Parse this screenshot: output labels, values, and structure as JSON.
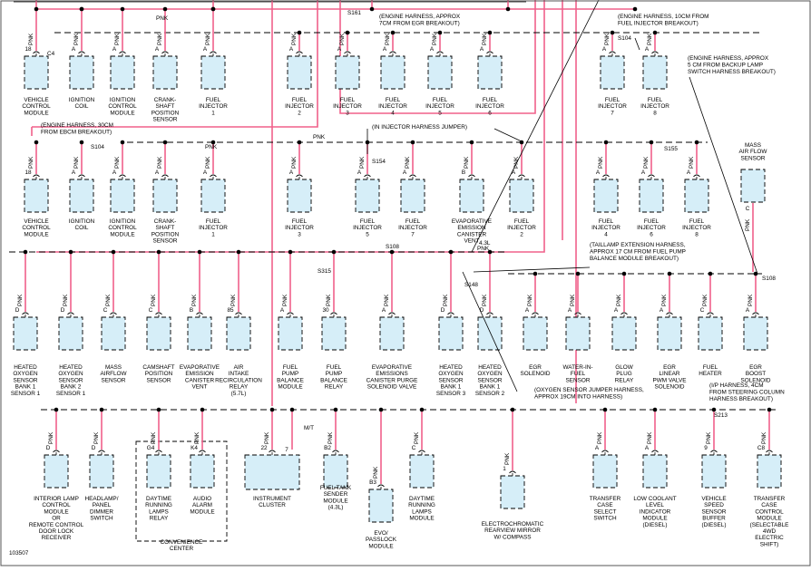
{
  "diagram": {
    "figure_id": "103507",
    "wire_color": "PNK",
    "notes": [
      {
        "id": "n1",
        "lines": [
          "(ENGINE HARNESS, APPROX",
          "7CM FROM EGR BREAKOUT)"
        ]
      },
      {
        "id": "n2",
        "lines": [
          "(ENGINE HARNESS, 10CM FROM",
          "FUEL INJECTOR BREAKOUT)"
        ]
      },
      {
        "id": "n3",
        "lines": [
          "(ENGINE HARNESS, APPROX",
          "5 CM FROM BACKUP LAMP",
          "SWITCH HARNESS BREAKOUT)"
        ]
      },
      {
        "id": "n4",
        "lines": [
          "(ENGINE HARNESS, 30CM",
          "FROM EBCM BREAKOUT)"
        ]
      },
      {
        "id": "n5",
        "lines": [
          "(IN INJECTOR HARNESS JUMPER)"
        ]
      },
      {
        "id": "n6",
        "lines": [
          "(TAILLAMP EXTENSION HARNESS,",
          "APPROX 17 CM FROM FUEL PUMP",
          "BALANCE MODULE BREAKOUT)"
        ]
      },
      {
        "id": "n7",
        "lines": [
          "(OXYGEN SENSOR JUMPER HARNESS,",
          "APPROX 19CM INTO HARNESS)"
        ]
      },
      {
        "id": "n8",
        "lines": [
          "(I/P HARNESS, 4CM",
          "FROM STEERING COLUMN",
          "HARNESS BREAKOUT)"
        ]
      }
    ],
    "splices": [
      "S161",
      "S104",
      "S104",
      "S154",
      "S155",
      "S108",
      "S315",
      "S148",
      "S108",
      "S213"
    ],
    "misc_labels": {
      "l43": "4.3L",
      "mt": "M/T",
      "c4": "C4"
    },
    "row1": [
      {
        "pin": "18",
        "label": [
          "VEHICLE",
          "CONTROL",
          "MODULE"
        ]
      },
      {
        "pin": "A",
        "label": [
          "IGNITION",
          "COIL"
        ]
      },
      {
        "pin": "A",
        "label": [
          "IGNITION",
          "CONTROL",
          "MODULE"
        ]
      },
      {
        "pin": "A",
        "label": [
          "CRANK-",
          "SHAFT",
          "POSITION",
          "SENSOR"
        ]
      },
      {
        "pin": "A",
        "label": [
          "FUEL",
          "INJECTOR",
          "1"
        ]
      },
      {
        "pin": "A",
        "label": [
          "FUEL",
          "INJECTOR",
          "2"
        ]
      },
      {
        "pin": "A",
        "label": [
          "FUEL",
          "INJECTOR",
          "3"
        ]
      },
      {
        "pin": "A",
        "label": [
          "FUEL",
          "INJECTOR",
          "4"
        ]
      },
      {
        "pin": "A",
        "label": [
          "FUEL",
          "INJECTOR",
          "5"
        ]
      },
      {
        "pin": "A",
        "label": [
          "FUEL",
          "INJECTOR",
          "6"
        ]
      },
      {
        "pin": "A",
        "label": [
          "FUEL",
          "INJECTOR",
          "7"
        ]
      },
      {
        "pin": "A",
        "label": [
          "FUEL",
          "INJECTOR",
          "8"
        ]
      }
    ],
    "row2": [
      {
        "pin": "18",
        "label": [
          "VEHICLE",
          "CONTROL",
          "MODULE"
        ]
      },
      {
        "pin": "A",
        "label": [
          "IGNITION",
          "COIL"
        ]
      },
      {
        "pin": "A",
        "label": [
          "IGNITION",
          "CONTROL",
          "MODULE"
        ]
      },
      {
        "pin": "A",
        "label": [
          "CRANK-",
          "SHAFT",
          "POSITION",
          "SENSOR"
        ]
      },
      {
        "pin": "A",
        "label": [
          "FUEL",
          "INJECTOR",
          "1"
        ]
      },
      {
        "pin": "A",
        "label": [
          "FUEL",
          "INJECTOR",
          "3"
        ]
      },
      {
        "pin": "A",
        "label": [
          "FUEL",
          "INJECTOR",
          "5"
        ]
      },
      {
        "pin": "A",
        "label": [
          "FUEL",
          "INJECTOR",
          "7"
        ]
      },
      {
        "pin": "B",
        "label": [
          "EVAPORATIVE",
          "EMISSION",
          "CANISTER",
          "VENT"
        ]
      },
      {
        "pin": "A",
        "label": [
          "FUEL",
          "INJECTOR",
          "2"
        ]
      },
      {
        "pin": "A",
        "label": [
          "FUEL",
          "INJECTOR",
          "4"
        ]
      },
      {
        "pin": "A",
        "label": [
          "FUEL",
          "INJECTOR",
          "6"
        ]
      },
      {
        "pin": "A",
        "label": [
          "FUEL",
          "INJECTOR",
          "8"
        ]
      },
      {
        "pin": "C",
        "label": [
          "MASS",
          "AIR FLOW",
          "SENSOR"
        ]
      }
    ],
    "row3": [
      {
        "pin": "D",
        "label": [
          "HEATED",
          "OXYGEN",
          "SENSOR",
          "BANK 1",
          "SENSOR 1"
        ]
      },
      {
        "pin": "D",
        "label": [
          "HEATED",
          "OXYGEN",
          "SENSOR",
          "BANK 2",
          "SENSOR 1"
        ]
      },
      {
        "pin": "C",
        "label": [
          "MASS",
          "AIRFLOW",
          "SENSOR"
        ]
      },
      {
        "pin": "C",
        "label": [
          "CAMSHAFT",
          "POSITION",
          "SENSOR"
        ]
      },
      {
        "pin": "B",
        "label": [
          "EVAPORATIVE",
          "EMISSION",
          "CANISTER",
          "VENT"
        ]
      },
      {
        "pin": "85",
        "label": [
          "AIR",
          "INTAKE",
          "RECIRCULATION",
          "RELAY",
          "(5.7L)"
        ]
      },
      {
        "pin": "A",
        "label": [
          "FUEL",
          "PUMP",
          "BALANCE",
          "MODULE"
        ]
      },
      {
        "pin": "30",
        "label": [
          "FUEL",
          "PUMP",
          "BALANCE",
          "RELAY"
        ]
      },
      {
        "pin": "A",
        "label": [
          "EVAPORATIVE",
          "EMISSIONS",
          "CANISTER PURGE",
          "SOLENOID VALVE"
        ]
      },
      {
        "pin": "D",
        "label": [
          "HEATED",
          "OXYGEN",
          "SENSOR",
          "BANK 1",
          "SENSOR 3"
        ]
      },
      {
        "pin": "D",
        "label": [
          "HEATED",
          "OXYGEN",
          "SENSOR",
          "BANK 1",
          "SENSOR 2"
        ]
      },
      {
        "pin": "A",
        "label": [
          "EGR",
          "SOLENOID"
        ]
      },
      {
        "pin": "A",
        "label": [
          "WATER-IN-",
          "FUEL",
          "SENSOR"
        ]
      },
      {
        "pin": "A",
        "label": [
          "GLOW",
          "PLUG",
          "RELAY"
        ]
      },
      {
        "pin": "A",
        "label": [
          "EGR",
          "LINEAR",
          "PWM VALVE",
          "SOLENOID"
        ]
      },
      {
        "pin": "C",
        "label": [
          "FUEL",
          "HEATER"
        ]
      },
      {
        "pin": "A",
        "label": [
          "EGR",
          "BOOST",
          "SOLENOID"
        ]
      }
    ],
    "row4": [
      {
        "pin": "D",
        "label": [
          "INTERIOR LAMP",
          "CONTROL",
          "MODULE",
          "OR",
          "REMOTE CONTROL",
          "DOOR LOCK",
          "RECEIVER"
        ]
      },
      {
        "pin": "D",
        "label": [
          "HEADLAMP/",
          "PANEL",
          "DIMMER",
          "SWITCH"
        ]
      },
      {
        "pin": "G4",
        "label": [
          "DAYTIME",
          "RUNNING",
          "LAMPS",
          "RELAY"
        ]
      },
      {
        "pin": "K4",
        "label": [
          "AUDIO",
          "ALARM",
          "MODULE"
        ]
      },
      {
        "pin": "22",
        "label": [
          "INSTRUMENT",
          "CLUSTER"
        ]
      },
      {
        "pin": "7",
        "label": []
      },
      {
        "pin": "B2",
        "label": [
          "FUEL TANK",
          "SENDER",
          "MODULE",
          "(4.3L)"
        ]
      },
      {
        "pin": "B3",
        "label": [
          "EVO/",
          "PASSLOCK",
          "MODULE"
        ]
      },
      {
        "pin": "C",
        "label": [
          "DAYTIME",
          "RUNNING",
          "LAMPS",
          "MODULE"
        ]
      },
      {
        "pin": "1",
        "label": [
          "ELECTROCHROMATIC",
          "REARVIEW MIRROR",
          "W/ COMPASS"
        ]
      },
      {
        "pin": "A",
        "label": [
          "TRANSFER",
          "CASE",
          "SELECT",
          "SWITCH"
        ]
      },
      {
        "pin": "A",
        "label": [
          "LOW COOLANT",
          "LEVEL",
          "INDICATOR",
          "MODULE",
          "(DIESEL)"
        ]
      },
      {
        "pin": "9",
        "label": [
          "VEHICLE",
          "SPEED",
          "SENSOR",
          "BUFFER",
          "(DIESEL)"
        ]
      },
      {
        "pin": "C8",
        "label": [
          "TRANSFER",
          "CASE",
          "CONTROL",
          "MODULE",
          "(SELECTABLE",
          "4WD",
          "ELECTRIC",
          "SHIFT)"
        ]
      }
    ],
    "convenience_center": "CONVENIENCE\nCENTER"
  }
}
